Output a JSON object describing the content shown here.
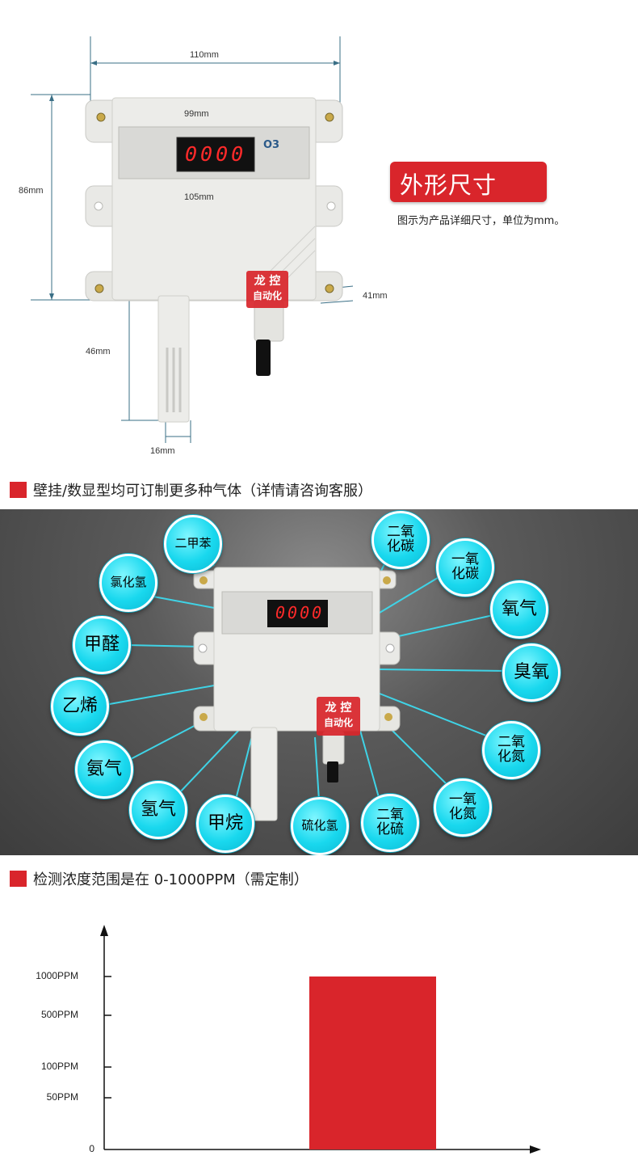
{
  "dimensions": {
    "width_outer": "110mm",
    "width_panel": "99mm",
    "height": "86mm",
    "width_mount": "105mm",
    "depth": "41mm",
    "probe_length": "46mm",
    "probe_width": "16mm",
    "display_value": "0000",
    "gas_label": "O3",
    "logo_top": "龙 控",
    "logo_bottom": "自动化"
  },
  "title": {
    "badge": "外形尺寸",
    "note": "图示为产品详细尺寸，单位为mm。"
  },
  "section_gas": {
    "heading": "壁挂/数显型均可订制更多种气体（详情请咨询客服）",
    "display_value": "0000",
    "logo_top": "龙 控",
    "logo_bottom": "自动化",
    "gases": [
      {
        "l1": "二甲苯",
        "l2": ""
      },
      {
        "l1": "氯化氢",
        "l2": ""
      },
      {
        "l1": "甲醛",
        "l2": ""
      },
      {
        "l1": "乙烯",
        "l2": ""
      },
      {
        "l1": "氨气",
        "l2": ""
      },
      {
        "l1": "氢气",
        "l2": ""
      },
      {
        "l1": "甲烷",
        "l2": ""
      },
      {
        "l1": "硫化氢",
        "l2": ""
      },
      {
        "l1": "二氧",
        "l2": "化硫"
      },
      {
        "l1": "一氧",
        "l2": "化氮"
      },
      {
        "l1": "二氧",
        "l2": "化氮"
      },
      {
        "l1": "臭氧",
        "l2": ""
      },
      {
        "l1": "氧气",
        "l2": ""
      },
      {
        "l1": "一氧",
        "l2": "化碳"
      },
      {
        "l1": "二氧",
        "l2": "化碳"
      }
    ]
  },
  "section_range": {
    "heading": "检测浓度范围是在 0-1000PPM（需定制）"
  },
  "chart_data": {
    "type": "bar",
    "categories": [
      ""
    ],
    "values": [
      1000
    ],
    "ticks": [
      {
        "label": "1000PPM",
        "value": 1000
      },
      {
        "label": "500PPM",
        "value": 500
      },
      {
        "label": "100PPM",
        "value": 100
      },
      {
        "label": "50PPM",
        "value": 50
      },
      {
        "label": "0",
        "value": 0
      }
    ],
    "bar_color": "#d9252b",
    "xlabel": "",
    "ylabel": "",
    "grid": false
  },
  "colors": {
    "accent": "#d9252b",
    "bubble": "#19d8ee",
    "led": "#ff2a2a"
  }
}
